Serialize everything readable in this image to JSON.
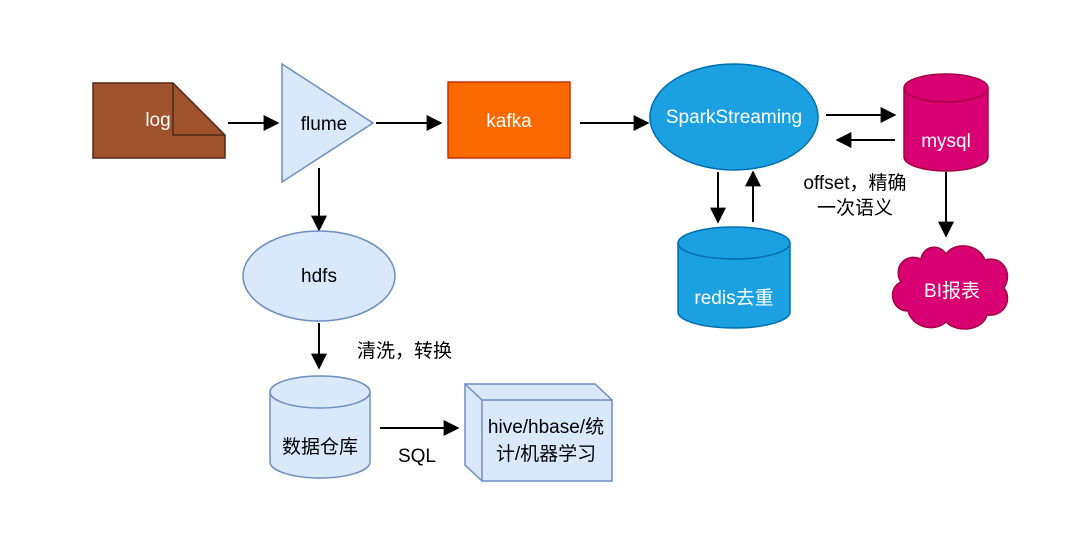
{
  "nodes": {
    "log": {
      "label": "log",
      "fill": "#a0522d"
    },
    "flume": {
      "label": "flume",
      "fill": "#dae8fc"
    },
    "kafka": {
      "label": "kafka",
      "fill": "#fa6800"
    },
    "spark": {
      "label": "SparkStreaming",
      "fill": "#1ba1e2"
    },
    "mysql": {
      "label": "mysql",
      "fill": "#d80073"
    },
    "redis": {
      "label": "redis去重",
      "fill": "#1ba1e2"
    },
    "bi": {
      "label": "BI报表",
      "fill": "#d80073"
    },
    "hdfs": {
      "label": "hdfs",
      "fill": "#dae8fc"
    },
    "warehouse": {
      "label": "数据仓库",
      "fill": "#dae8fc"
    },
    "hive": {
      "line1": "hive/hbase/统",
      "line2": "计/机器学习",
      "fill": "#dae8fc"
    }
  },
  "edge_labels": {
    "offset_line1": "offset，精确",
    "offset_line2": "一次语义",
    "clean": "清洗，转换",
    "sql": "SQL"
  }
}
